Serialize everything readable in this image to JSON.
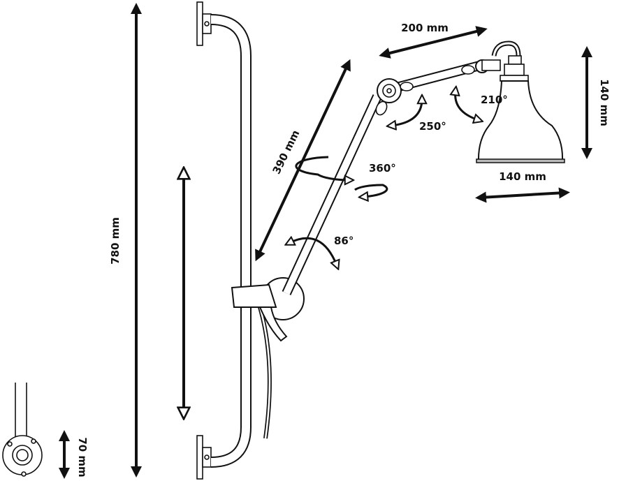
{
  "title": "Wall lamp dimension diagram",
  "dimensions": {
    "total_height": "780 mm",
    "arm_lower": "390 mm",
    "arm_upper": "200 mm",
    "shade_height": "140 mm",
    "shade_width": "140 mm",
    "wall_plate": "70 mm"
  },
  "angles": {
    "base_pivot": "86°",
    "rotation": "360°",
    "elbow": "250°",
    "head": "210°"
  }
}
